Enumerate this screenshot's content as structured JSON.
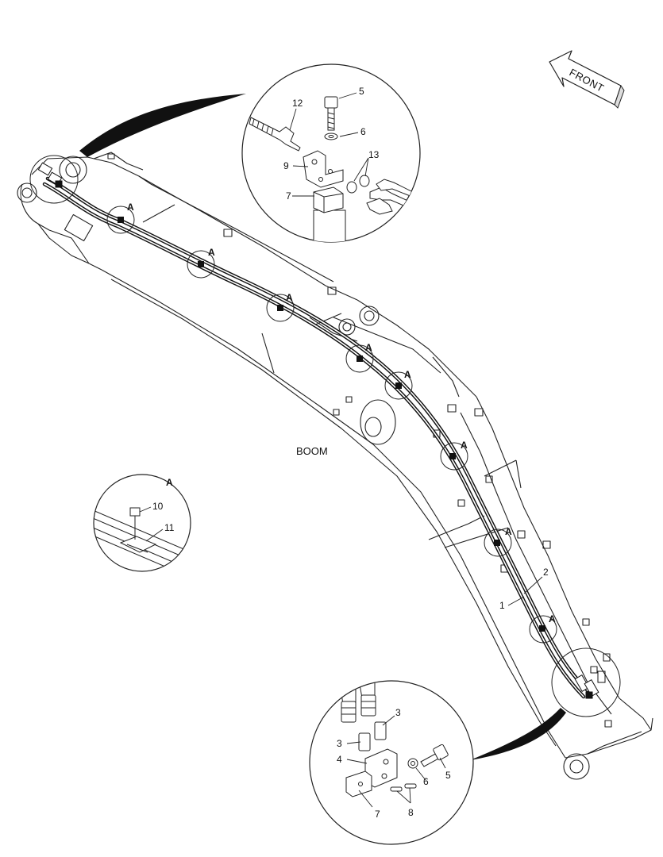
{
  "diagram": {
    "boom_label": "BOOM",
    "front_label": "FRONT",
    "clamp_marker": "A",
    "detail_top": {
      "labels": {
        "bolt": "5",
        "washer": "6",
        "bracket": "9",
        "block": "7",
        "adapter": "12",
        "fitting": "13"
      }
    },
    "detail_a": {
      "title": "A",
      "labels": {
        "bolt": "10",
        "clamp": "11"
      }
    },
    "detail_bottom": {
      "labels": {
        "adapter_upper": "3",
        "adapter_lower": "3",
        "bracket": "4",
        "bolt": "5",
        "washer": "6",
        "block": "7",
        "pins": "8"
      }
    },
    "hose_labels": {
      "hose_1": "1",
      "hose_2": "2"
    }
  }
}
